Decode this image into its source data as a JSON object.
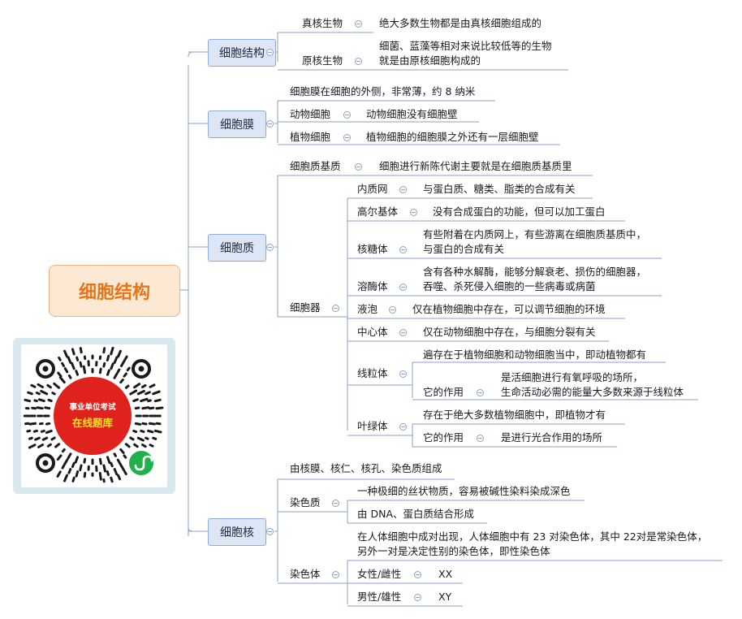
{
  "root": {
    "label": "细胞结构"
  },
  "branches": {
    "structure": {
      "label": "细胞结构",
      "eukaryote": {
        "label": "真核生物",
        "desc": "绝大多数生物都是由真核细胞组成的"
      },
      "prokaryote": {
        "label": "原核生物",
        "desc_line1": "细菌、蓝藻等相对来说比较低等的生物",
        "desc_line2": "就是由原核细胞构成的"
      }
    },
    "membrane": {
      "label": "细胞膜",
      "note": "细胞膜在细胞的外侧，非常薄，约 8 纳米",
      "animal": {
        "label": "动物细胞",
        "desc": "动物细胞没有细胞壁"
      },
      "plant": {
        "label": "植物细胞",
        "desc": "植物细胞的细胞膜之外还有一层细胞壁"
      }
    },
    "cytoplasm": {
      "label": "细胞质",
      "matrix": {
        "label": "细胞质基质",
        "desc": "细胞进行新陈代谢主要就是在细胞质基质里"
      },
      "organelles": {
        "label": "细胞器",
        "er": {
          "label": "内质网",
          "desc": "与蛋白质、糖类、脂类的合成有关"
        },
        "golgi": {
          "label": "高尔基体",
          "desc": "没有合成蛋白的功能，但可以加工蛋白"
        },
        "ribosome": {
          "label": "核糖体",
          "desc_line1": "有些附着在内质网上，有些游离在细胞质基质中，",
          "desc_line2": "与蛋白的合成有关"
        },
        "lysosome": {
          "label": "溶酶体",
          "desc_line1": "含有各种水解酶，能够分解衰老、损伤的细胞器，",
          "desc_line2": "吞噬、杀死侵入细胞的一些病毒或病菌"
        },
        "vacuole": {
          "label": "液泡",
          "desc": "仅在植物细胞中存在，可以调节细胞的环境"
        },
        "centrosome": {
          "label": "中心体",
          "desc": "仅在动物细胞中存在，与细胞分裂有关"
        },
        "mitochondria": {
          "label": "线粒体",
          "desc": "遍存在于植物细胞和动物细胞当中，即动植物都有",
          "role_label": "它的作用",
          "role_line1": "是活细胞进行有氧呼吸的场所，",
          "role_line2": "生命活动必需的能量大多数来源于线粒体"
        },
        "chloroplast": {
          "label": "叶绿体",
          "desc": "存在于绝大多数植物细胞中，即植物才有",
          "role_label": "它的作用",
          "role": "是进行光合作用的场所"
        }
      }
    },
    "nucleus": {
      "label": "细胞核",
      "composition": "由核膜、核仁、核孔、染色质组成",
      "chromatin": {
        "label": "染色质",
        "desc1": "一种极细的丝状物质，容易被碱性染料染成深色",
        "desc2": "由 DNA、蛋白质结合形成"
      },
      "chromosome": {
        "label": "染色体",
        "desc_line1": "在人体细胞中成对出现，人体细胞中有 23 对染色体，其中 22对是常染色体，",
        "desc_line2": "另外一对是决定性别的染色体，即性染色体",
        "female": {
          "label": "女性/雌性",
          "value": "XX"
        },
        "male": {
          "label": "男性/雄性",
          "value": "XY"
        }
      }
    }
  },
  "qr": {
    "badge_line1": "事业单位考试",
    "badge_line2": "在线题库",
    "badge_color": "#e0221e",
    "badge_text_color": "#f8e21c",
    "mini_program_color": "#21b14a"
  },
  "colors": {
    "line": "#8aa3c9",
    "level2_fill": "#dce6f4",
    "root_fill": "#fde9d3",
    "root_text": "#e8741c"
  }
}
